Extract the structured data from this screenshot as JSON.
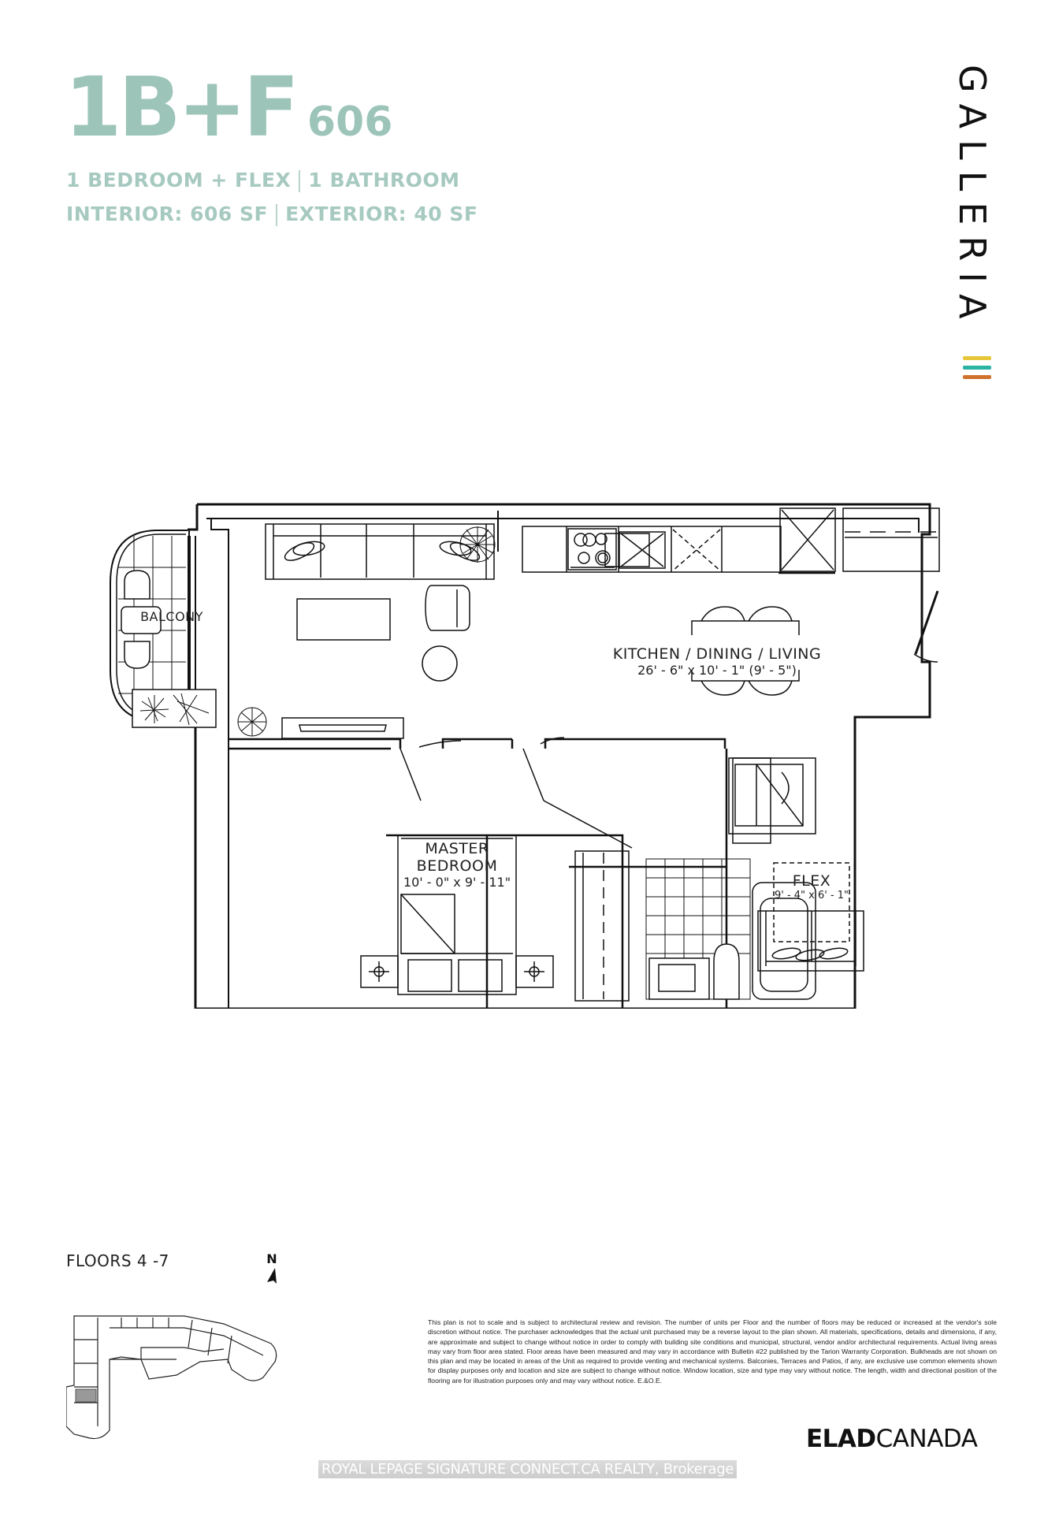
{
  "header": {
    "unit_type": "1B+F",
    "unit_size": "606",
    "spec_line1": {
      "left": "1 BEDROOM + FLEX",
      "right": "1 BATHROOM"
    },
    "spec_line2": {
      "left": "INTERIOR: 606 SF",
      "right": "EXTERIOR: 40 SF"
    }
  },
  "brand": {
    "name": "GALLERIA",
    "accent_colors": [
      "#e8c63a",
      "#2bb3a3",
      "#d0722e"
    ]
  },
  "colors": {
    "title": "#9cc4b9",
    "subtitle": "#a6c9c0",
    "lines": "#111111"
  },
  "floor_plan": {
    "rooms": [
      {
        "name": "BALCONY",
        "dims": ""
      },
      {
        "name": "KITCHEN / DINING / LIVING",
        "dims": "26' - 6\" x 10' - 1\" (9' - 5\")"
      },
      {
        "name_line1": "MASTER",
        "name": "BEDROOM",
        "dims": "10' - 0\" x 9' - 11\""
      },
      {
        "name": "FLEX",
        "dims": "9' - 4\" x 6' - 1\""
      }
    ]
  },
  "key_plan": {
    "label": "FLOORS 4 -7",
    "north_label": "N"
  },
  "disclaimer": "This plan is not to scale and is subject to architectural review and revision. The number of units per Floor and the number of floors may be reduced or increased at the vendor's sole discretion without notice. The purchaser acknowledges that the actual unit purchased may be a reverse layout to the plan shown. All materials, specifications, details and dimensions, if any, are approximate and subject to change without notice in order to comply with building site conditions and municipal, structural, vendor and/or architectural requirements. Actual living areas may vary from floor area stated. Floor areas have been measured and may vary in accordance with Bulletin #22 published by the Tarion Warranty Corporation. Bulkheads are not shown on this plan and may be located in areas of the Unit as required to provide venting and mechanical systems. Balconies, Terraces and Patios, if any, are exclusive use common elements shown for display purposes only and location and size are subject to change without notice. Window location, size and type may vary without notice. The length, width and directional position of the flooring are for illustration purposes only and may vary without notice. E.&O.E.",
  "developer": {
    "bold": "ELAD",
    "regular": "CANADA"
  },
  "watermark": "ROYAL LEPAGE SIGNATURE CONNECT.CA REALTY, Brokerage"
}
